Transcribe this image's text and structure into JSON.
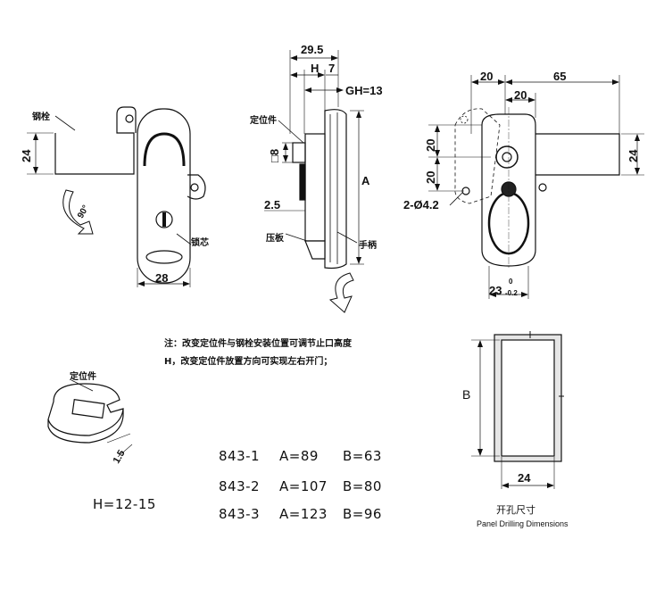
{
  "front_view": {
    "label_bolt": "钢栓",
    "label_core": "锁芯",
    "dim_height": "24",
    "dim_width": "28",
    "angle": "90°"
  },
  "side_view": {
    "dim_total": "29.5",
    "dim_h": "H",
    "dim_7": "7",
    "dim_gh": "GH=13",
    "label_locator": "定位件",
    "dim_square": "□8",
    "dim_a": "A",
    "dim_25": "2.5",
    "label_plate": "压板",
    "label_handle": "手柄"
  },
  "back_view": {
    "dim_20_top": "20",
    "dim_65": "65",
    "dim_20_mid": "20",
    "dim_20_v1": "20",
    "dim_20_v2": "20",
    "dim_24": "24",
    "dim_holes": "2-Ø4.2",
    "dim_23": "23",
    "tol_upper": "0",
    "tol_lower": "-0.2"
  },
  "notes": {
    "line1": "注：改变定位件与钢栓安装位置可调节止口高度",
    "line2": "H，改变定位件放置方向可实现左右开门；"
  },
  "locator_detail": {
    "label": "定位件",
    "dim": "1.5"
  },
  "h_range": "H=12-15",
  "models": [
    {
      "name": "843-1",
      "a": "A=89",
      "b": "B=63"
    },
    {
      "name": "843-2",
      "a": "A=107",
      "b": "B=80"
    },
    {
      "name": "843-3",
      "a": "A=123",
      "b": "B=96"
    }
  ],
  "cutout": {
    "dim_b": "B",
    "dim_24": "24",
    "title_cn": "开孔尺寸",
    "title_en": "Panel Drilling Dimensions"
  }
}
